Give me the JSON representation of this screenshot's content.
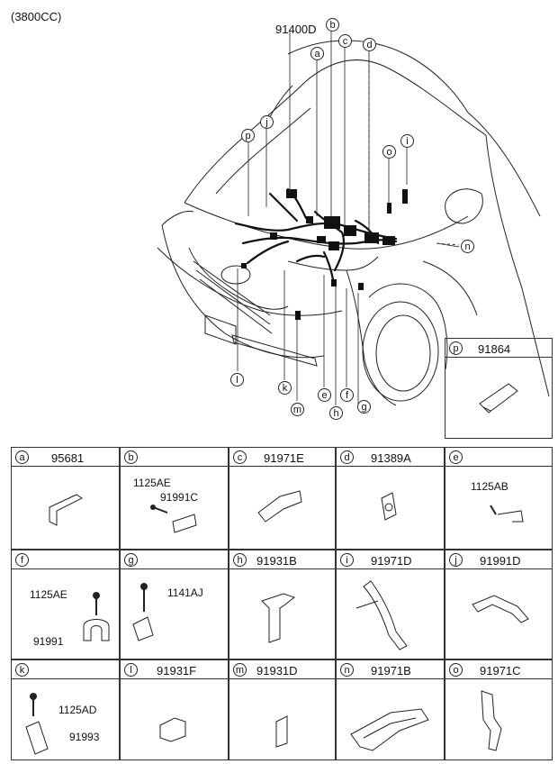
{
  "engine_label": "(3800CC)",
  "main_part": "91400D",
  "callouts": {
    "a": "a",
    "b": "b",
    "c": "c",
    "d": "d",
    "e": "e",
    "f": "f",
    "g": "g",
    "h": "h",
    "i": "i",
    "j": "j",
    "k": "k",
    "l": "l",
    "m": "m",
    "n": "n",
    "o": "o",
    "p": "p"
  },
  "cells": {
    "p": {
      "letter": "p",
      "part": "91864"
    },
    "a": {
      "letter": "a",
      "part": "95681"
    },
    "b": {
      "letter": "b",
      "part": "",
      "sub1": "1125AE",
      "sub2": "91991C"
    },
    "c": {
      "letter": "c",
      "part": "91971E"
    },
    "d": {
      "letter": "d",
      "part": "91389A"
    },
    "e": {
      "letter": "e",
      "part": "",
      "sub1": "1125AB"
    },
    "f": {
      "letter": "f",
      "part": "",
      "sub1": "1125AE",
      "sub2": "91991"
    },
    "g": {
      "letter": "g",
      "part": "",
      "sub1": "1141AJ"
    },
    "h": {
      "letter": "h",
      "part": "91931B"
    },
    "i": {
      "letter": "i",
      "part": "91971D"
    },
    "j": {
      "letter": "j",
      "part": "91991D"
    },
    "k": {
      "letter": "k",
      "part": "",
      "sub1": "1125AD",
      "sub2": "91993"
    },
    "l": {
      "letter": "l",
      "part": "91931F"
    },
    "m": {
      "letter": "m",
      "part": "91931D"
    },
    "n": {
      "letter": "n",
      "part": "91971B"
    },
    "o": {
      "letter": "o",
      "part": "91971C"
    }
  }
}
